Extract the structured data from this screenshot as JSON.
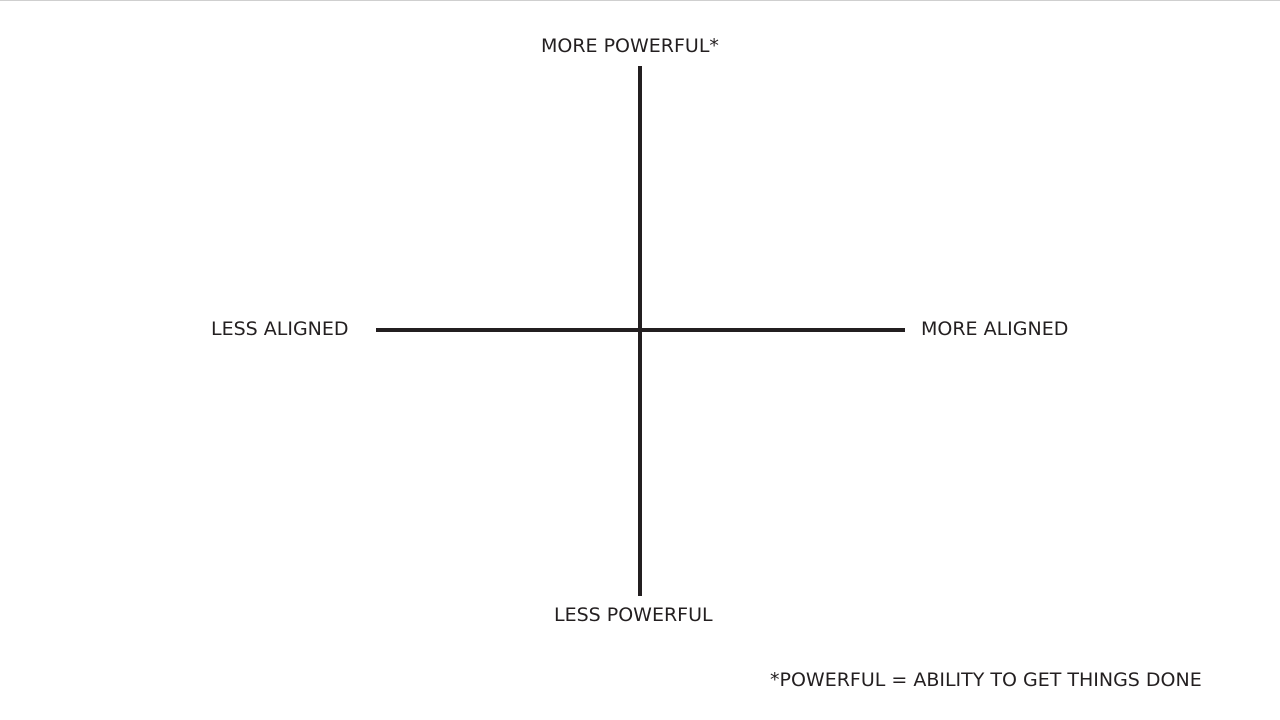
{
  "diagram": {
    "axis_labels": {
      "top": "MORE POWERFUL*",
      "bottom": "LESS POWERFUL",
      "left": "LESS ALIGNED",
      "right": "MORE ALIGNED"
    },
    "footnote": "*POWERFUL = ABILITY TO GET THINGS DONE",
    "colors": {
      "axis": "#231f20",
      "text": "#231f20",
      "background": "#ffffff"
    }
  }
}
